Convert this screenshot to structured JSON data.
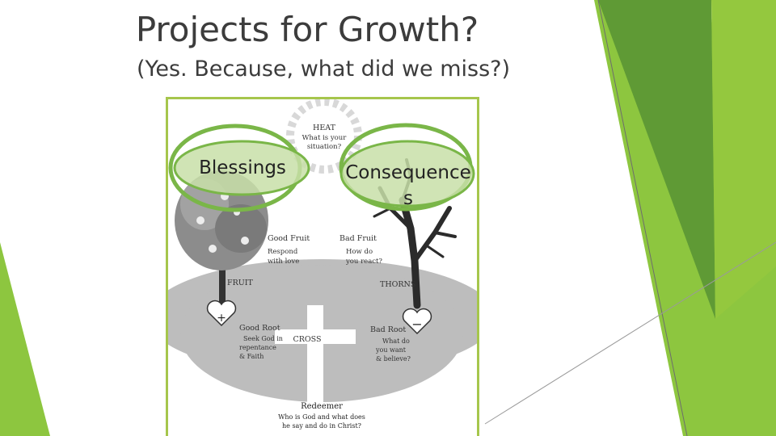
{
  "slide": {
    "title": "Projects for Growth?",
    "subtitle": "(Yes. Because, what did we miss?)"
  },
  "diagram": {
    "heat": [
      "HEAT",
      "What is your",
      "situation?"
    ],
    "good_fruit": [
      "Good Fruit",
      "Respond",
      "with love"
    ],
    "bad_fruit": [
      "Bad Fruit",
      "How do",
      "you react?"
    ],
    "fruit_label": "FRUIT",
    "thorns_label": "THORNS",
    "good_root": [
      "Good Root",
      "Seek God in",
      "repentance",
      "& Faith"
    ],
    "bad_root": [
      "Bad Root",
      "What do",
      "you want",
      "& believe?"
    ],
    "cross_label": "CROSS",
    "redeemer": [
      "Redeemer",
      "Who is God and what does",
      "he say and do in Christ?"
    ],
    "plus_sign": "+",
    "minus_sign": "−"
  },
  "bubbles": {
    "left": "Blessings",
    "right_line1": "Consequence",
    "right_line2": "s"
  },
  "colors": {
    "accent_green": "#8dc63f",
    "dark_green": "#4e8a2c",
    "frame_green": "#a6c64c",
    "bubble_fill": "#c8dfa8",
    "bubble_stroke": "#7ab648"
  }
}
